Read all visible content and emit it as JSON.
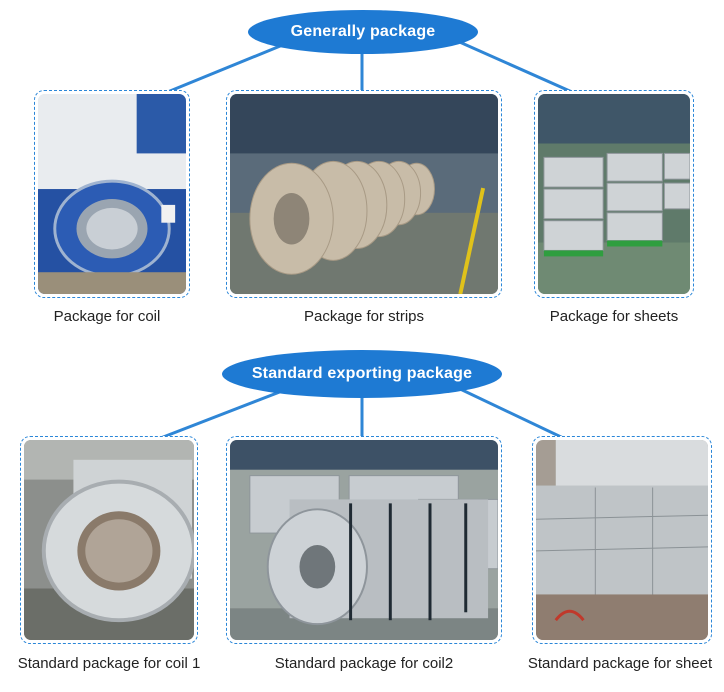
{
  "sections": [
    {
      "banner": "Generally package",
      "items": [
        {
          "caption": "Package for coil"
        },
        {
          "caption": "Package for strips"
        },
        {
          "caption": "Package for sheets"
        }
      ]
    },
    {
      "banner": "Standard exporting package",
      "items": [
        {
          "caption": "Standard package for coil 1"
        },
        {
          "caption": "Standard package for coil2"
        },
        {
          "caption": "Standard package for sheet"
        }
      ]
    }
  ],
  "colors": {
    "accent": "#1e7ad3",
    "frame_border": "#2a86d8"
  }
}
